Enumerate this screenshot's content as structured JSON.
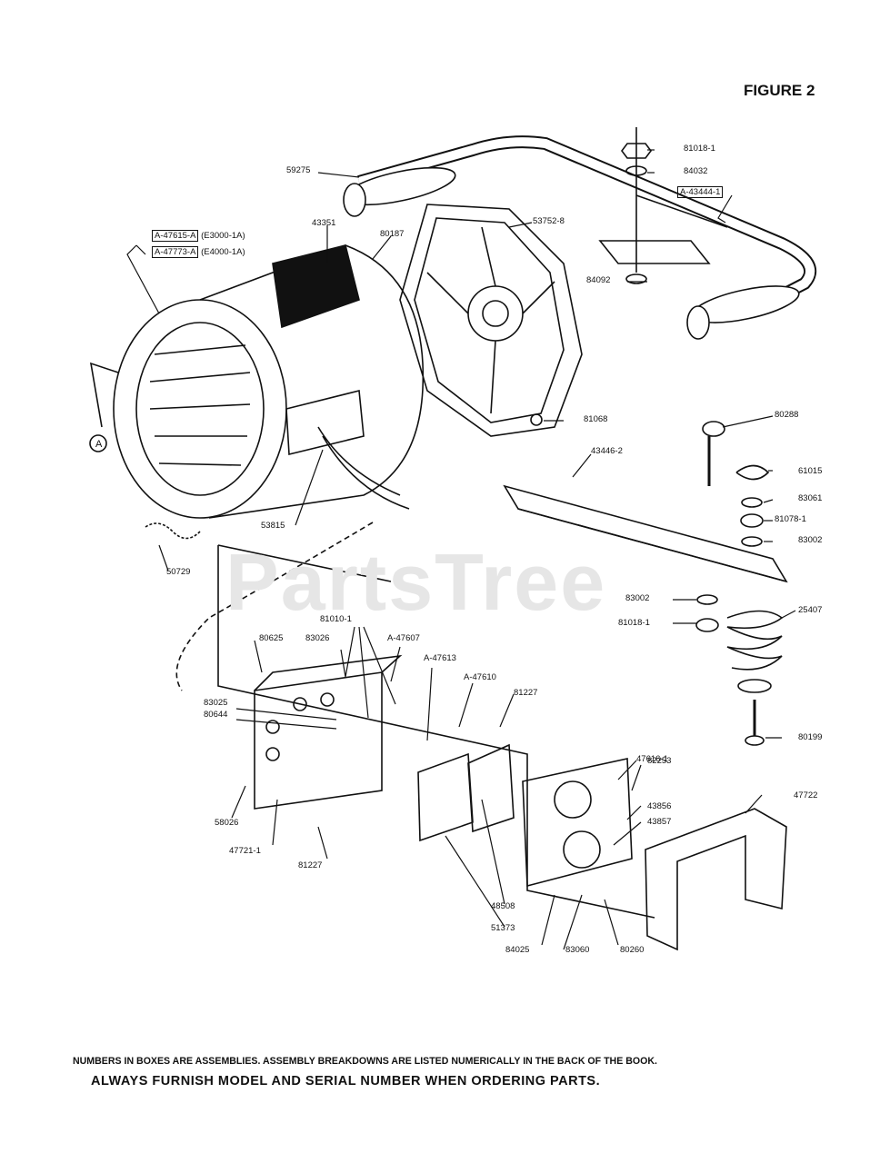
{
  "figure_title": "FIGURE 2",
  "watermark": "PartsTree",
  "assemblies": [
    {
      "part": "A-47615-A",
      "model": "(E3000-1A)"
    },
    {
      "part": "A-47773-A",
      "model": "(E4000-1A)"
    },
    {
      "part": "A-43444-1",
      "model": ""
    }
  ],
  "callouts": {
    "p59275": "59275",
    "p43351": "43351",
    "p80187": "80187",
    "p53752": "53752-8",
    "p81018a": "81018-1",
    "p84032": "84032",
    "p84092": "84092",
    "p81068": "81068",
    "p80288": "80288",
    "p61015": "61015",
    "p43446": "43446-2",
    "p83061": "83061",
    "p81078": "81078-1",
    "p83002a": "83002",
    "p83002b": "83002",
    "p81018b": "81018-1",
    "p25407": "25407",
    "p80199": "80199",
    "p53815": "53815",
    "p50729": "50729",
    "p81010": "81010-1",
    "p80625": "80625",
    "p83026": "83026",
    "pA47607": "A-47607",
    "pA47613": "A-47613",
    "pA47610": "A-47610",
    "p81227a": "81227",
    "p83025": "83025",
    "p80644": "80644",
    "p47616": "47616-1",
    "p82253": "82253",
    "p43856": "43856",
    "p43857": "43857",
    "p47722": "47722",
    "p58026": "58026",
    "p47721": "47721-1",
    "p81227b": "81227",
    "p48508": "48508",
    "p51373": "51373",
    "p84025": "84025",
    "p83060": "83060",
    "p80260": "80260",
    "pA": "A"
  },
  "notes": {
    "line1": "NUMBERS IN BOXES ARE ASSEMBLIES. ASSEMBLY BREAKDOWNS ARE LISTED NUMERICALLY IN THE BACK OF THE BOOK.",
    "line2": "ALWAYS FURNISH MODEL AND SERIAL NUMBER WHEN ORDERING PARTS."
  }
}
